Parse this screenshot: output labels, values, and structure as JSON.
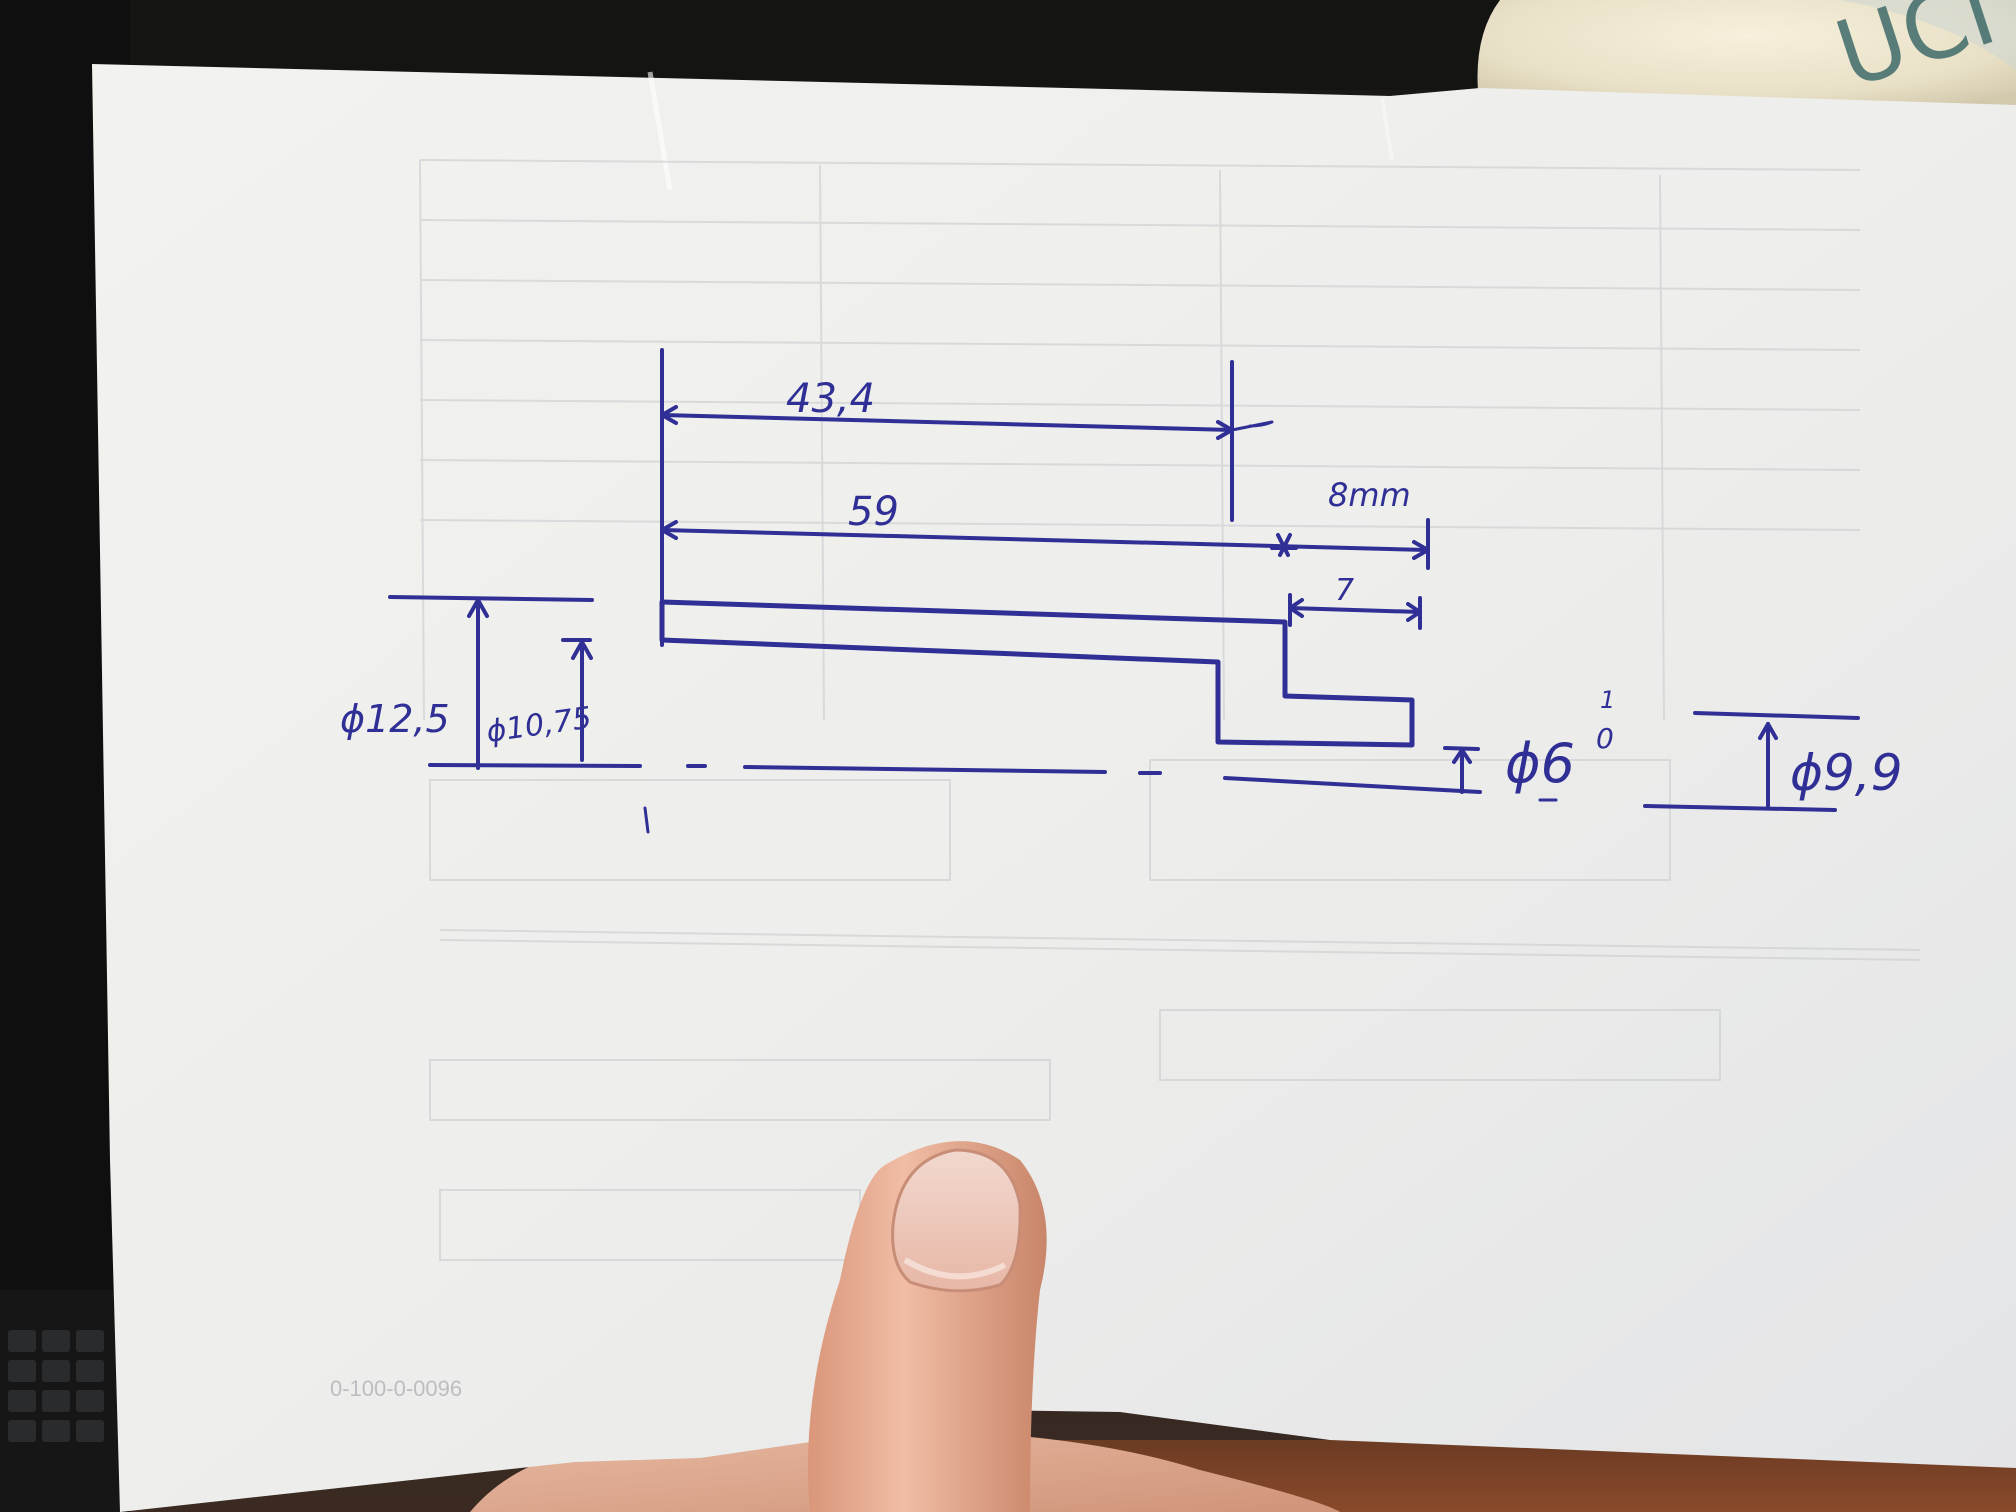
{
  "sheet": {
    "background_print": {
      "logo_text": "UCI",
      "small_code": "0-100-0-0096"
    },
    "sketch": {
      "ink_color": "#2f2f95",
      "dimensions": {
        "top_length": "43,4",
        "overall_length": "59",
        "right_small": "8mm",
        "step_length": "7",
        "outer_diameter": "ϕ12,5",
        "inner_diameter": "ϕ10,75",
        "tip_diameter": "ϕ6",
        "tip_tolerance_upper": "1",
        "tip_tolerance_lower": "0",
        "side_diameter": "ϕ9,9"
      }
    }
  }
}
